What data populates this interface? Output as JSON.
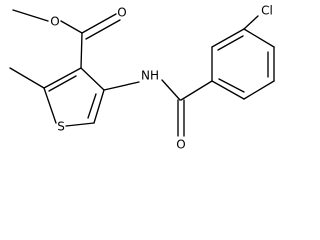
{
  "molecule": {
    "atoms": {
      "methoxy_oxygen": "O",
      "carbonyl_oxygen_ester": "O",
      "sulfur": "S",
      "amide_nitrogen": "NH",
      "carbonyl_oxygen_amide": "O",
      "chlorine": "Cl"
    }
  }
}
